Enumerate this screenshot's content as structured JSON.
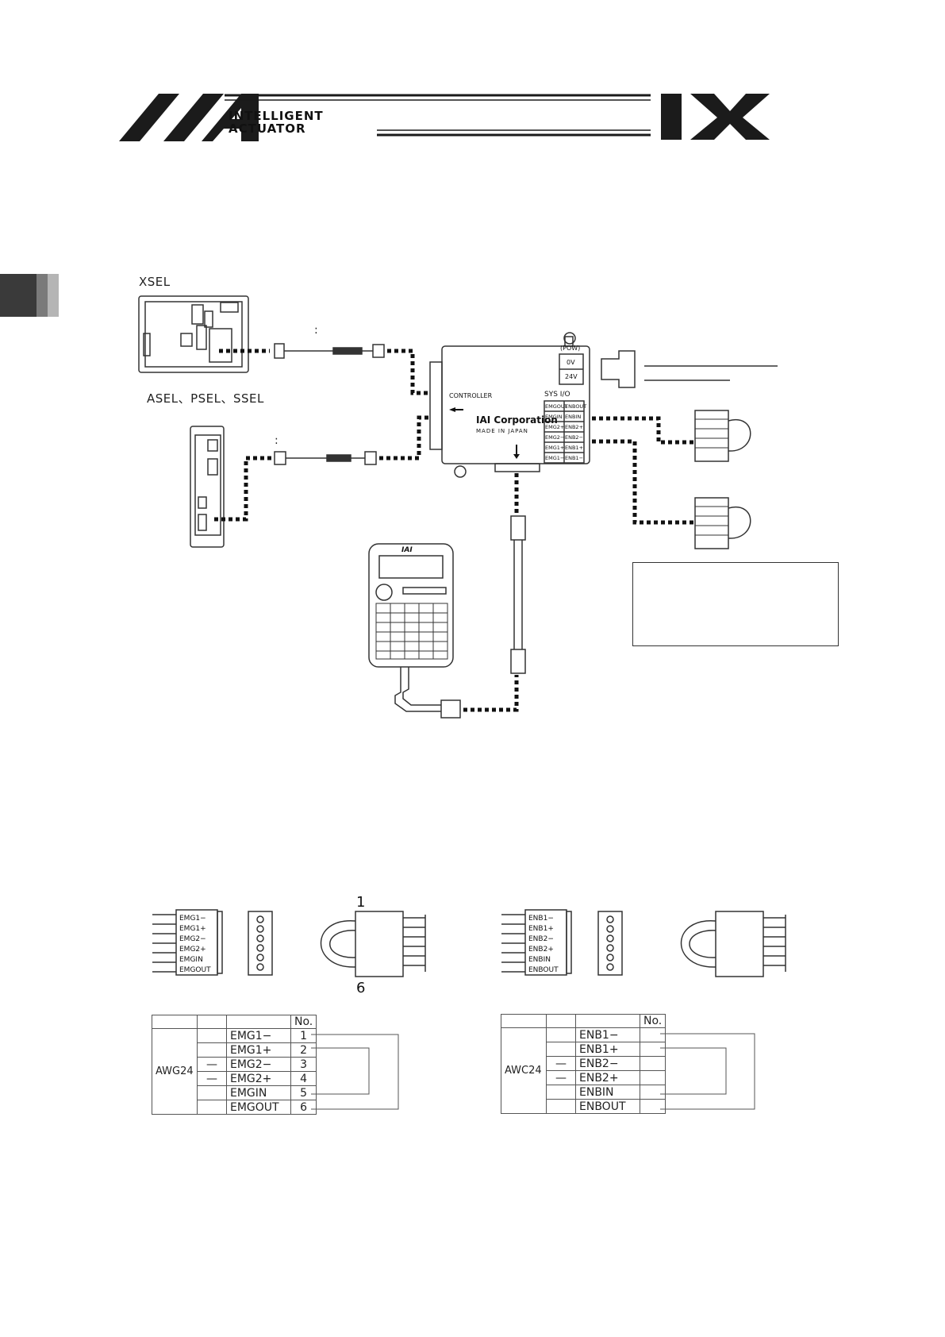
{
  "header": {
    "logo_line1": "INTELLIGENT",
    "logo_line2": "ACTUATOR",
    "series": "IX"
  },
  "diagram": {
    "controller_xsel": "XSEL",
    "controller_others": "ASEL、PSEL、SSEL",
    "colon_a": ":",
    "colon_b": ":",
    "box_controller_label": "CONTROLLER",
    "box_brand": "IAI Corporation",
    "box_made": "MADE IN JAPAN",
    "pow_label": "(POW)",
    "pow_pins": [
      "0V",
      "24V"
    ],
    "sys_io_label": "SYS I/O",
    "sys_io_left": [
      "EMGOUT",
      "EMGIN",
      "EMG2+",
      "EMG2−",
      "EMG1+",
      "EMG1−"
    ],
    "sys_io_right": [
      "ENBOUT",
      "ENBIN",
      "ENB2+",
      "ENB2−",
      "ENB1+",
      "ENB1−"
    ],
    "pendant_brand": "IAI"
  },
  "connector_emg": {
    "pins": [
      "EMG1−",
      "EMG1+",
      "EMG2−",
      "EMG2+",
      "EMGIN",
      "EMGOUT"
    ],
    "pin_first": "1",
    "pin_last": "6"
  },
  "connector_enb": {
    "pins": [
      "ENB1−",
      "ENB1+",
      "ENB2−",
      "ENB2+",
      "ENBIN",
      "ENBOUT"
    ]
  },
  "table_emg": {
    "no_header": "No.",
    "wire": "AWG24",
    "rows": [
      {
        "dash": "",
        "name": "EMG1−",
        "no": "1"
      },
      {
        "dash": "",
        "name": "EMG1+",
        "no": "2"
      },
      {
        "dash": "—",
        "name": "EMG2−",
        "no": "3"
      },
      {
        "dash": "—",
        "name": "EMG2+",
        "no": "4"
      },
      {
        "dash": "",
        "name": "EMGIN",
        "no": "5"
      },
      {
        "dash": "",
        "name": "EMGOUT",
        "no": "6"
      }
    ]
  },
  "table_enb": {
    "no_header": "No.",
    "wire": "AWC24",
    "rows": [
      {
        "dash": "",
        "name": "ENB1−"
      },
      {
        "dash": "",
        "name": "ENB1+"
      },
      {
        "dash": "—",
        "name": "ENB2−"
      },
      {
        "dash": "—",
        "name": "ENB2+"
      },
      {
        "dash": "",
        "name": "ENBIN"
      },
      {
        "dash": "",
        "name": "ENBOUT"
      }
    ]
  }
}
